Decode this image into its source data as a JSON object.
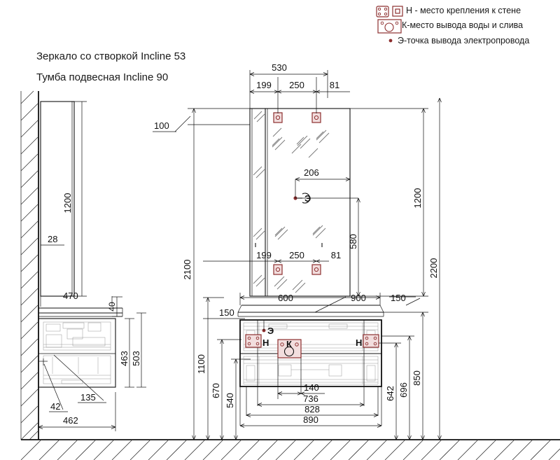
{
  "drawing": {
    "titles": [
      "Зеркало со створкой Incline 53",
      "Тумба подвесная Incline 90"
    ],
    "legend": [
      {
        "icon": "wall-mount-icon",
        "text": "Н - место крепления к стене"
      },
      {
        "icon": "water-outlet-icon",
        "text": "К-место вывода воды и слива"
      },
      {
        "icon": "electric-point-icon",
        "text": "Э-точка вывода электропровода"
      }
    ],
    "markers": {
      "wall_left": "Н",
      "wall_right": "Н",
      "water": "К",
      "electric_cabinet": "Э",
      "electric_mirror": "Э"
    },
    "dimensions": {
      "mirror_top_total": "530",
      "mirror_top_a": "199",
      "mirror_top_b": "250",
      "mirror_top_c": "81",
      "mirror_bot_a": "199",
      "mirror_bot_b": "250",
      "mirror_bot_c": "81",
      "mirror_offset_top": "100",
      "electric_x": "206",
      "electric_y": "580",
      "mirror_height": "1200",
      "overall_height_left": "2100",
      "overall_height_right": "2200",
      "cabinet_top_height": "1100",
      "cabinet_mid_a": "670",
      "cabinet_mid_b": "540",
      "cabinet_top_offset": "150",
      "counter_overhang_right": "150",
      "counter_a": "600",
      "counter_b": "900",
      "cabinet_h_642": "642",
      "cabinet_h_696": "696",
      "cabinet_h_850": "850",
      "bottom_140": "140",
      "bottom_736": "736",
      "bottom_828": "828",
      "bottom_890": "890",
      "tall_height": "1200",
      "tall_depth_28": "28",
      "side_width_470": "470",
      "side_40": "40",
      "side_463": "463",
      "side_503": "503",
      "side_135": "135",
      "side_42": "42",
      "side_462": "462"
    },
    "colors": {
      "line": "#111111",
      "accent": "#8d2f2f",
      "light": "#8d8d8d"
    }
  }
}
